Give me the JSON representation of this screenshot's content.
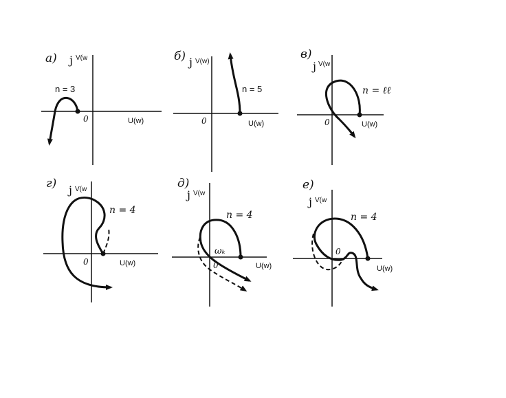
{
  "panels": [
    {
      "letter": "а)",
      "n": "n = 3",
      "x_label": "U(w)",
      "y_label_j": "j",
      "y_label": "V(w",
      "origin": "0"
    },
    {
      "letter": "б)",
      "n": "n = 5",
      "x_label": "U(w)",
      "y_label_j": "j",
      "y_label": "V(w)",
      "origin": "0"
    },
    {
      "letter": "в)",
      "n": "n = ℓℓ",
      "x_label": "U(w)",
      "y_label_j": "j",
      "y_label": "V(w",
      "origin": "0"
    },
    {
      "letter": "г)",
      "n": "n = 4",
      "x_label": "U(w)",
      "y_label_j": "j",
      "y_label": "V(w",
      "origin": "0"
    },
    {
      "letter": "д)",
      "n": "n = 4",
      "x_label": "U(w)",
      "y_label_j": "j",
      "y_label": "V(w",
      "origin": "0",
      "omega": "ωₖ"
    },
    {
      "letter": "е)",
      "n": "n = 4",
      "x_label": "U(w)",
      "y_label_j": "j",
      "y_label": "V(w",
      "origin": "0"
    }
  ]
}
